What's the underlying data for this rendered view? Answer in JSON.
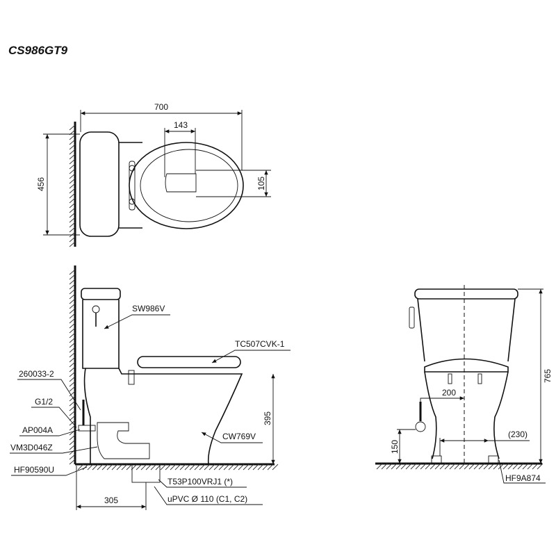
{
  "title": "CS986GT9",
  "top_view": {
    "dim_length": "700",
    "dim_width": "456",
    "dim_inlet": "143",
    "dim_offset": "105"
  },
  "side_view": {
    "labels": {
      "lever": "SW986V",
      "seat": "TC507CVK-1",
      "hose": "260033-2",
      "thread": "G1/2",
      "valve": "AP004A",
      "fitting": "VM3D046Z",
      "gasket": "HF90590U",
      "bowl": "CW769V",
      "adapter": "T53P100VRJ1 (*)",
      "pipe": "uPVC Ø 110 (C1, C2)"
    },
    "dim_seat_height": "395",
    "dim_rough_in": "305"
  },
  "front_view": {
    "dim_total_height": "765",
    "dim_supply_offset": "200",
    "dim_supply_height": "150",
    "dim_bolt_spacing": "(230)",
    "label_bolts": "HF9A874"
  }
}
